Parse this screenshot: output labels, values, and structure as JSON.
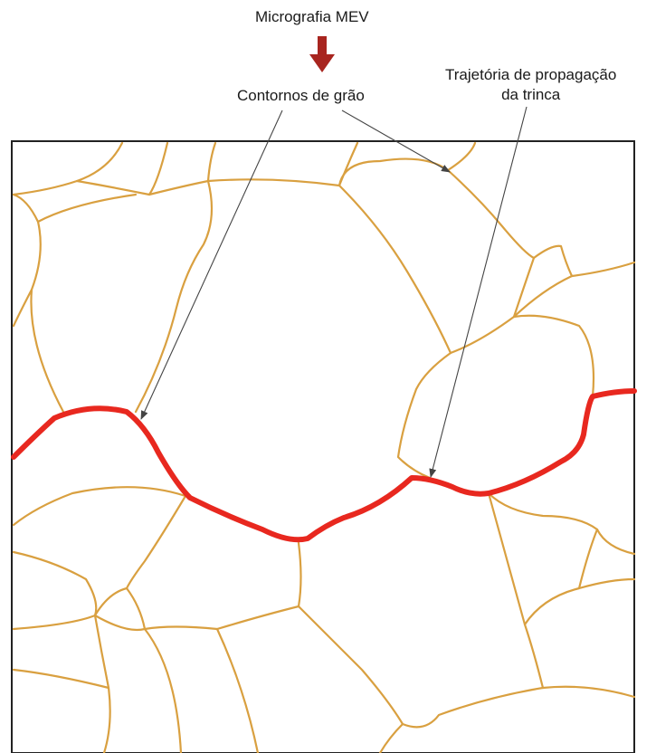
{
  "labels": {
    "sem_micrograph": "Micrografia MEV",
    "grain_boundaries": "Contornos de grão",
    "crack_path_line1": "Trajetória de propagação",
    "crack_path_line2": "da trinca"
  },
  "colors": {
    "grain_boundary": "#d9a040",
    "crack": "#e8281f",
    "arrow": "#a8251f",
    "frame": "#222222",
    "leader": "#444444"
  }
}
